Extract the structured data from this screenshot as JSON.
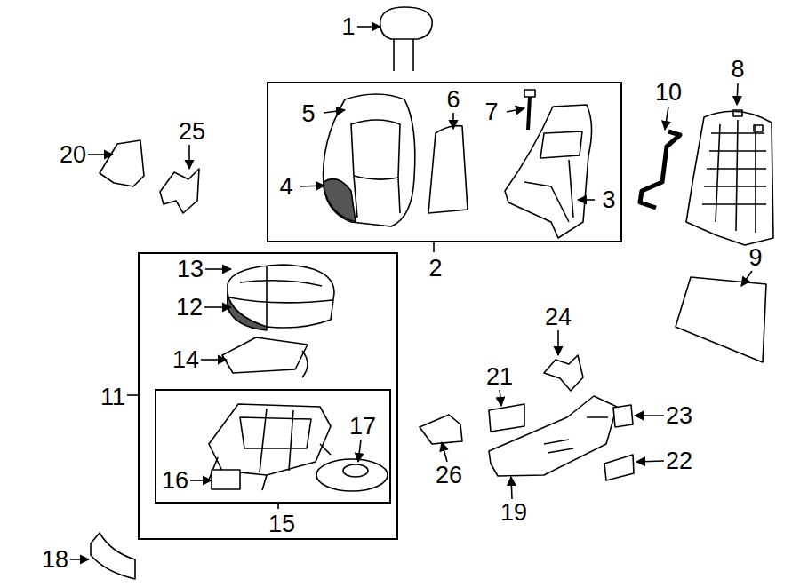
{
  "diagram": {
    "nodes": [
      {
        "text": [
          "2"
        ]
      },
      {
        "text": [
          "11"
        ]
      },
      {
        "text": [
          "15"
        ],
        "in": 1
      }
    ],
    "labels": [
      "1",
      "5",
      "6",
      "7",
      "10",
      "8",
      "20",
      "25",
      "4",
      "3",
      "9",
      "13",
      "12",
      "24",
      "14",
      "21",
      "23",
      "17",
      "26",
      "22",
      "16",
      "19",
      "18"
    ]
  }
}
